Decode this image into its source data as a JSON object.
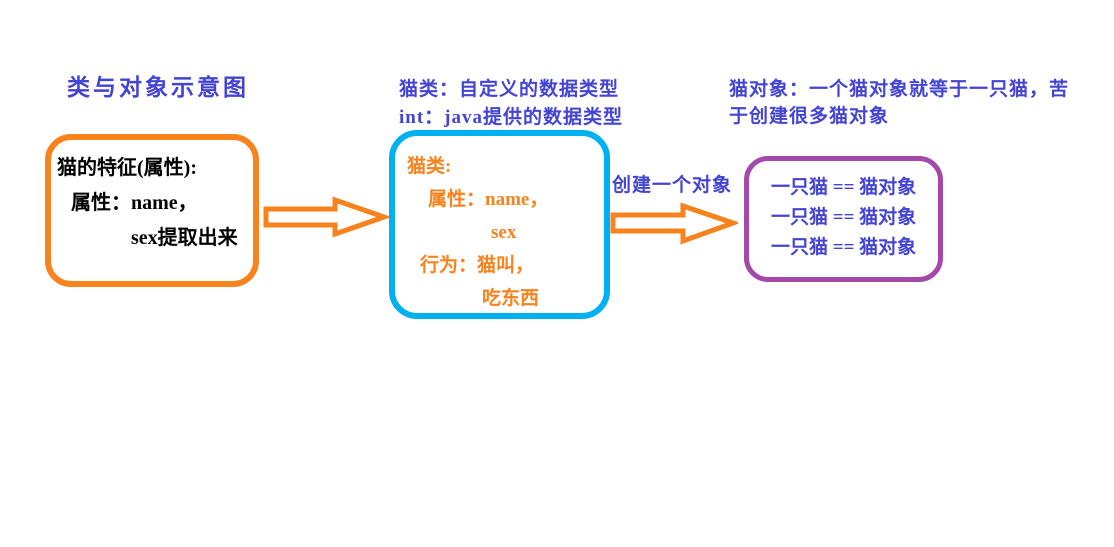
{
  "title": "类与对象示意图",
  "colors": {
    "blue_text": "#4444d4",
    "orange": "#f8821c",
    "cyan": "#00b0f0",
    "purple": "#a249aa",
    "black_text": "#000000"
  },
  "feature_box": {
    "lines": [
      "猫的特征(属性):",
      "属性：name，",
      "sex提取出来"
    ]
  },
  "class_note": {
    "lines": [
      "猫类：自定义的数据类型",
      "int：java提供的数据类型"
    ]
  },
  "class_box": {
    "lines": [
      "猫类:",
      "属性：name，",
      "sex",
      "行为：猫叫，",
      "吃东西"
    ]
  },
  "create_arrow": {
    "label": "创建一个对象"
  },
  "object_note": {
    "lines": [
      "猫对象：一个猫对象就等于一只猫，苦",
      "于创建很多猫对象"
    ]
  },
  "object_box": {
    "lines": [
      "一只猫 == 猫对象",
      "一只猫 == 猫对象",
      "一只猫 == 猫对象"
    ]
  }
}
